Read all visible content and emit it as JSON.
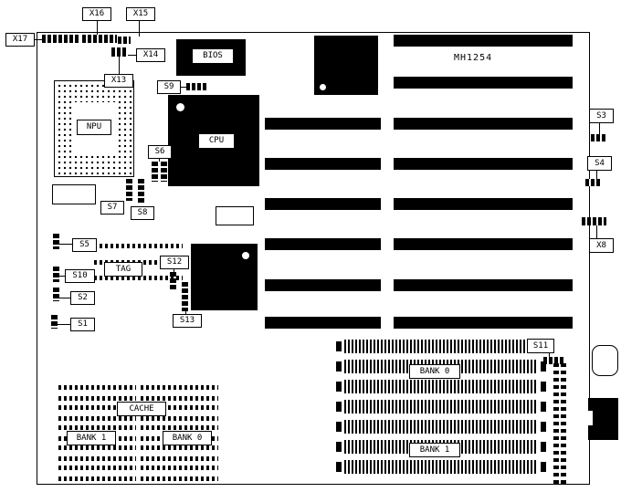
{
  "board": {
    "model": "MH1254"
  },
  "labels": {
    "x17": "X17",
    "x16": "X16",
    "x15": "X15",
    "x14": "X14",
    "x13": "X13",
    "bios": "BIOS",
    "s9": "S9",
    "npu": "NPU",
    "cpu": "CPU",
    "s6": "S6",
    "s7": "S7",
    "s8": "S8",
    "s5": "S5",
    "s10": "S10",
    "tag": "TAG",
    "s12": "S12",
    "s2": "S2",
    "s13": "S13",
    "s1": "S1",
    "s3": "S3",
    "s4": "S4",
    "x8": "X8",
    "s11": "S11",
    "simm_bank0": "BANK 0",
    "simm_bank1": "BANK 1",
    "cache": "CACHE",
    "cache_bank1": "BANK 1",
    "cache_bank0": "BANK 0"
  }
}
